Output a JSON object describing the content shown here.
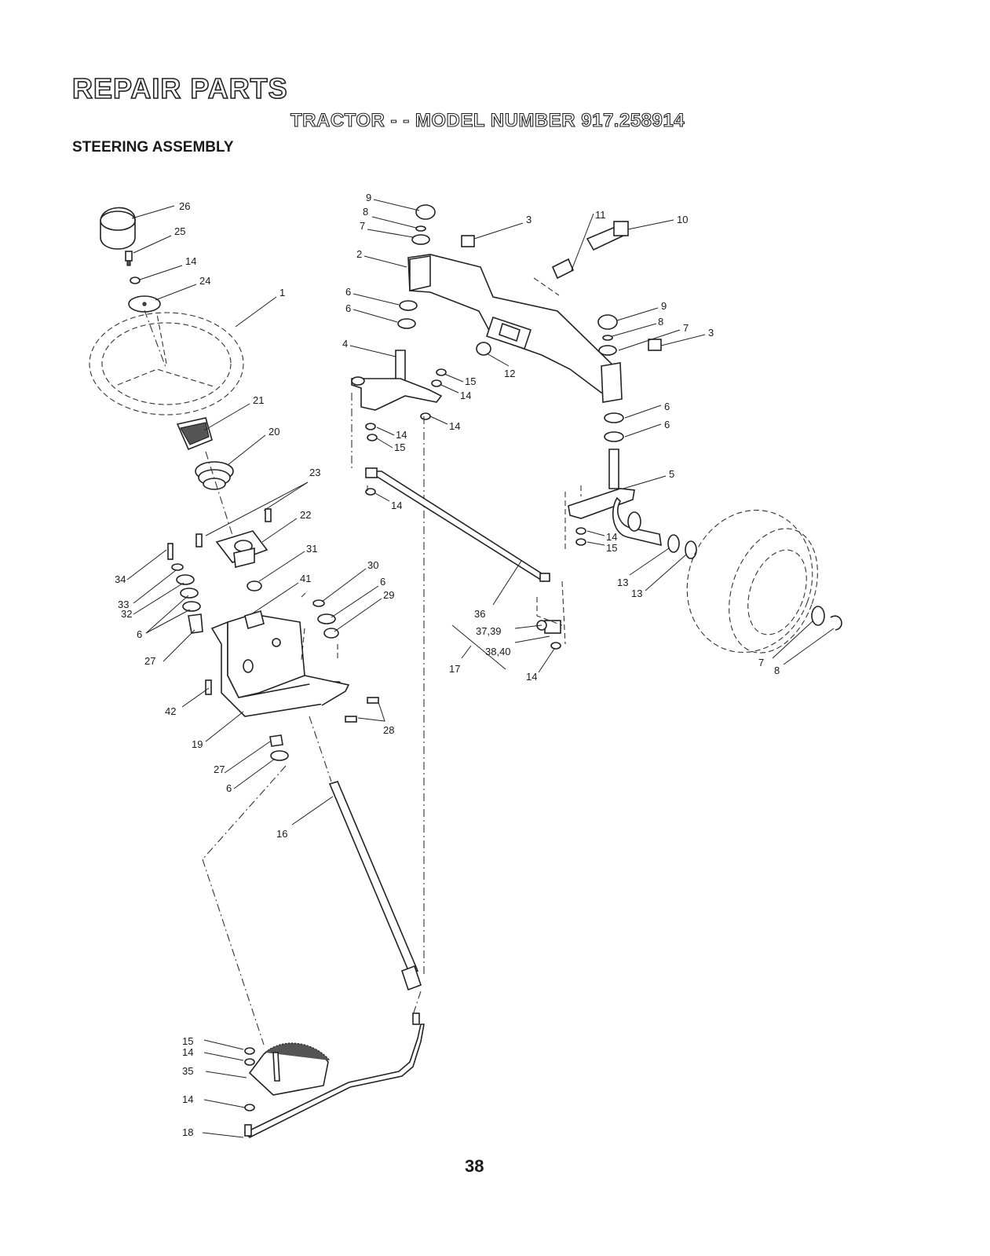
{
  "header": {
    "title": "REPAIR PARTS",
    "subtitle": "TRACTOR - - MODEL NUMBER 917.258914",
    "section": "STEERING ASSEMBLY"
  },
  "callouts": [
    {
      "id": "c1",
      "label": "26"
    },
    {
      "id": "c2",
      "label": "25"
    },
    {
      "id": "c3",
      "label": "14"
    },
    {
      "id": "c4",
      "label": "24"
    },
    {
      "id": "c5",
      "label": "1"
    },
    {
      "id": "c6",
      "label": "21"
    },
    {
      "id": "c7",
      "label": "20"
    },
    {
      "id": "c8",
      "label": "23"
    },
    {
      "id": "c9",
      "label": "22"
    },
    {
      "id": "c10",
      "label": "31"
    },
    {
      "id": "c11",
      "label": "34"
    },
    {
      "id": "c12",
      "label": "33"
    },
    {
      "id": "c13",
      "label": "32"
    },
    {
      "id": "c14",
      "label": "6"
    },
    {
      "id": "c15",
      "label": "41"
    },
    {
      "id": "c16",
      "label": "30"
    },
    {
      "id": "c17",
      "label": "6"
    },
    {
      "id": "c18",
      "label": "29"
    },
    {
      "id": "c19",
      "label": "27"
    },
    {
      "id": "c20",
      "label": "42"
    },
    {
      "id": "c21",
      "label": "19"
    },
    {
      "id": "c22",
      "label": "28"
    },
    {
      "id": "c23",
      "label": "27"
    },
    {
      "id": "c24",
      "label": "6"
    },
    {
      "id": "c25",
      "label": "16"
    },
    {
      "id": "c26",
      "label": "9"
    },
    {
      "id": "c27",
      "label": "8"
    },
    {
      "id": "c28",
      "label": "7"
    },
    {
      "id": "c29",
      "label": "2"
    },
    {
      "id": "c30",
      "label": "6"
    },
    {
      "id": "c31",
      "label": "6"
    },
    {
      "id": "c32",
      "label": "4"
    },
    {
      "id": "c33",
      "label": "3"
    },
    {
      "id": "c34",
      "label": "10"
    },
    {
      "id": "c35",
      "label": "11"
    },
    {
      "id": "c36",
      "label": "12"
    },
    {
      "id": "c37",
      "label": "15"
    },
    {
      "id": "c38",
      "label": "14"
    },
    {
      "id": "c39",
      "label": "14"
    },
    {
      "id": "c40",
      "label": "14"
    },
    {
      "id": "c41",
      "label": "15"
    },
    {
      "id": "c42",
      "label": "14"
    },
    {
      "id": "c43",
      "label": "9"
    },
    {
      "id": "c44",
      "label": "8"
    },
    {
      "id": "c45",
      "label": "7"
    },
    {
      "id": "c46",
      "label": "3"
    },
    {
      "id": "c47",
      "label": "6"
    },
    {
      "id": "c48",
      "label": "6"
    },
    {
      "id": "c49",
      "label": "5"
    },
    {
      "id": "c50",
      "label": "14"
    },
    {
      "id": "c51",
      "label": "15"
    },
    {
      "id": "c52",
      "label": "13"
    },
    {
      "id": "c53",
      "label": "13"
    },
    {
      "id": "c54",
      "label": "36"
    },
    {
      "id": "c55",
      "label": "37,39"
    },
    {
      "id": "c56",
      "label": "38,40"
    },
    {
      "id": "c57",
      "label": "17"
    },
    {
      "id": "c58",
      "label": "14"
    },
    {
      "id": "c59",
      "label": "7"
    },
    {
      "id": "c60",
      "label": "8"
    },
    {
      "id": "c61",
      "label": "15"
    },
    {
      "id": "c62",
      "label": "14"
    },
    {
      "id": "c63",
      "label": "35"
    },
    {
      "id": "c64",
      "label": "14"
    },
    {
      "id": "c65",
      "label": "18"
    }
  ],
  "page_number": "38"
}
